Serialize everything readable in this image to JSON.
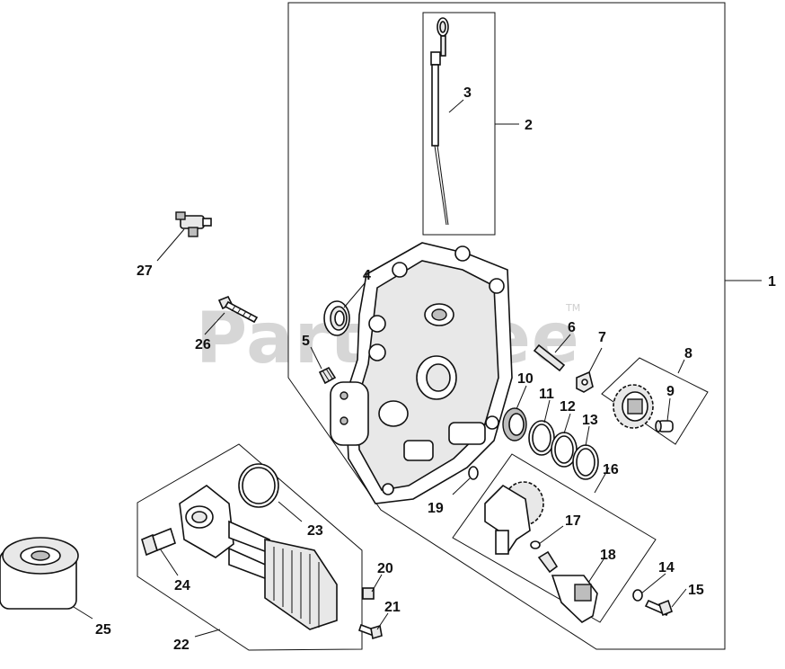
{
  "watermark": {
    "text": "PartsTree",
    "trademark": "TM"
  },
  "callouts": {
    "c1": "1",
    "c2": "2",
    "c3": "3",
    "c4": "4",
    "c5": "5",
    "c6": "6",
    "c7": "7",
    "c8": "8",
    "c9": "9",
    "c10": "10",
    "c11": "11",
    "c12": "12",
    "c13": "13",
    "c14": "14",
    "c15": "15",
    "c16": "16",
    "c17": "17",
    "c18": "18",
    "c19": "19",
    "c20": "20",
    "c21": "21",
    "c22": "22",
    "c23": "23",
    "c24": "24",
    "c25": "25",
    "c26": "26",
    "c27": "27"
  }
}
